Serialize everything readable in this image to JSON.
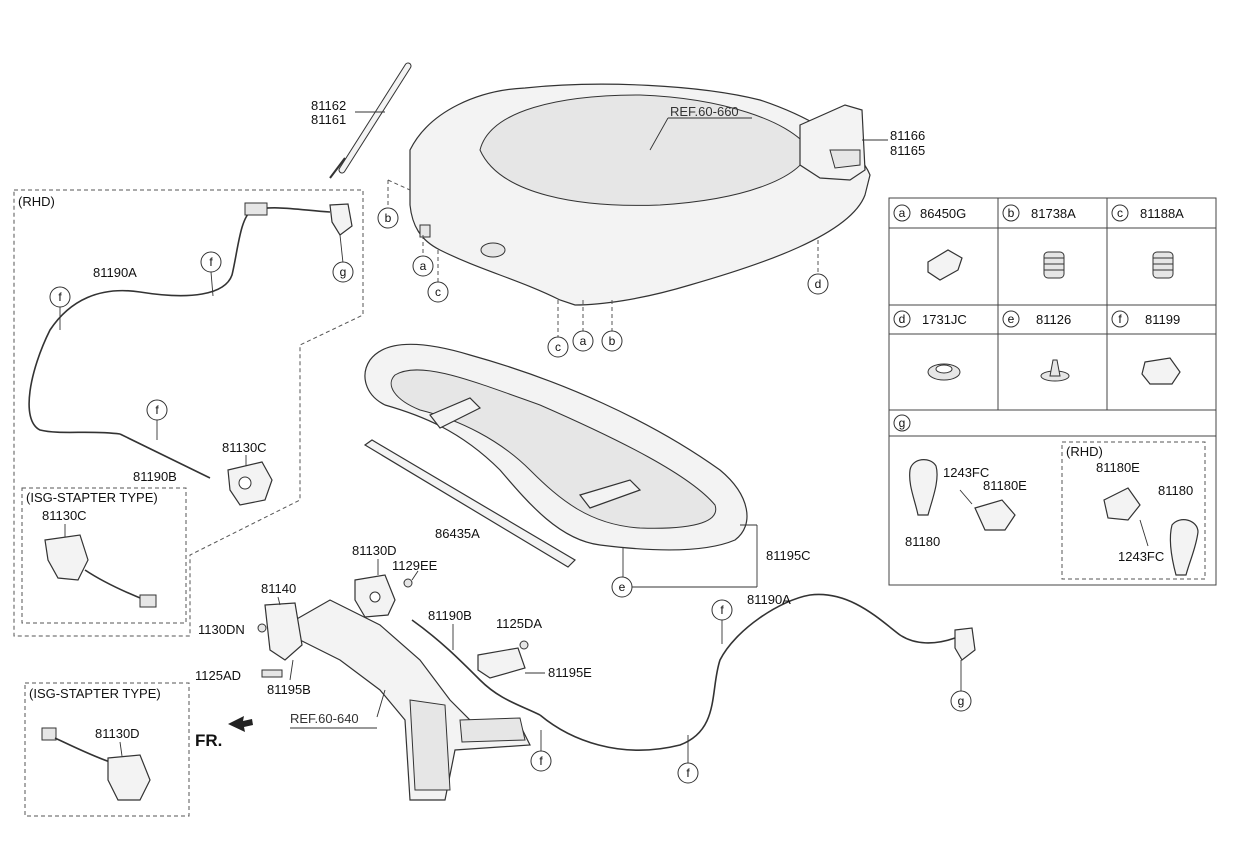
{
  "diagram": {
    "ref_hood": "REF.60-660",
    "ref_frame": "REF.60-640",
    "front_arrow": "FR.",
    "rhd_section_title": "(RHD)",
    "isg_title_1": "(ISG-STAPTER TYPE)",
    "isg_title_2": "(ISG-STAPTER TYPE)",
    "parts": {
      "p81162": "81162",
      "p81161": "81161",
      "p81166": "81166",
      "p81165": "81165",
      "p81190A_left": "81190A",
      "p81190B_left": "81190B",
      "p81130C_rhd": "81130C",
      "p81130C_isg": "81130C",
      "p86435A": "86435A",
      "p81195C": "81195C",
      "p81130D": "81130D",
      "p1129EE": "1129EE",
      "p81140": "81140",
      "p1130DN": "1130DN",
      "p1125AD": "1125AD",
      "p81195B": "81195B",
      "p81190B_right": "81190B",
      "p1125DA": "1125DA",
      "p81195E": "81195E",
      "p81190A_right": "81190A",
      "p81130D_isg": "81130D"
    },
    "callouts": {
      "b": "b",
      "a": "a",
      "c": "c",
      "d": "d",
      "e": "e",
      "f": "f",
      "g": "g"
    }
  },
  "legend": {
    "cells": [
      {
        "letter": "a",
        "part": "86450G"
      },
      {
        "letter": "b",
        "part": "81738A"
      },
      {
        "letter": "c",
        "part": "81188A"
      },
      {
        "letter": "d",
        "part": "1731JC"
      },
      {
        "letter": "e",
        "part": "81126"
      },
      {
        "letter": "f",
        "part": "81199"
      }
    ],
    "g_letter": "g",
    "g_rhd": "(RHD)",
    "g_1243FC_l": "1243FC",
    "g_81180E_l": "81180E",
    "g_81180_l": "81180",
    "g_81180E_r": "81180E",
    "g_81180_r": "81180",
    "g_1243FC_r": "1243FC"
  }
}
